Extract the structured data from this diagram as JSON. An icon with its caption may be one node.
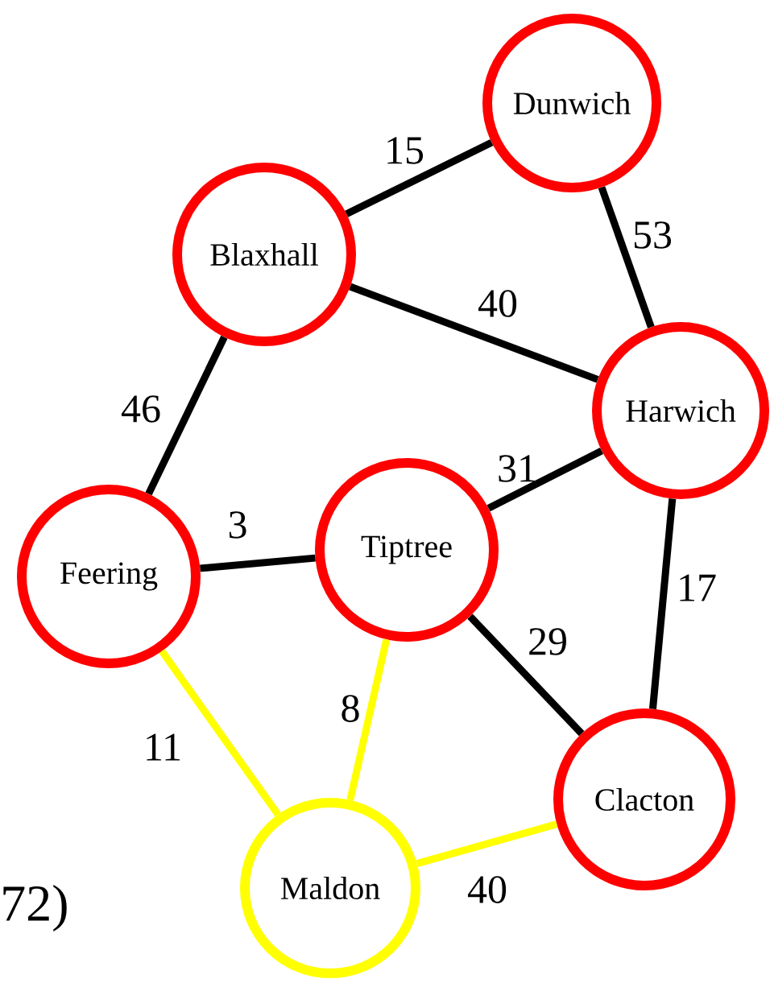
{
  "diagram": {
    "nodes": [
      {
        "text": [
          "Dunwich"
        ]
      },
      {
        "text": [
          "Blaxhall"
        ]
      },
      {
        "text": [
          "Harwich"
        ]
      },
      {
        "text": [
          "Feering"
        ]
      },
      {
        "text": [
          "Tiptree"
        ]
      },
      {
        "text": [
          "Clacton"
        ]
      },
      {
        "text": [
          "Maldon"
        ]
      }
    ],
    "edges": [
      {
        "from": 1,
        "to": 0,
        "arrow": "none",
        "label": "15"
      },
      {
        "from": 0,
        "to": 2,
        "arrow": "none",
        "label": "53"
      },
      {
        "from": 1,
        "to": 2,
        "arrow": "none",
        "label": "40"
      },
      {
        "from": 1,
        "to": 3,
        "arrow": "none",
        "label": "46"
      },
      {
        "from": 3,
        "to": 4,
        "arrow": "none",
        "label": "3"
      },
      {
        "from": 4,
        "to": 2,
        "arrow": "none",
        "label": "31"
      },
      {
        "from": 2,
        "to": 5,
        "arrow": "none",
        "label": "17"
      },
      {
        "from": 4,
        "to": 5,
        "arrow": "none",
        "label": "29"
      },
      {
        "from": 3,
        "to": 6,
        "arrow": "none",
        "label": "11",
        "color": "#ffff00"
      },
      {
        "from": 4,
        "to": 6,
        "arrow": "none",
        "label": "8",
        "color": "#ffff00"
      },
      {
        "from": 6,
        "to": 5,
        "arrow": "none",
        "label": "40",
        "color": "#ffff00"
      }
    ],
    "labels": [
      "72)"
    ]
  }
}
